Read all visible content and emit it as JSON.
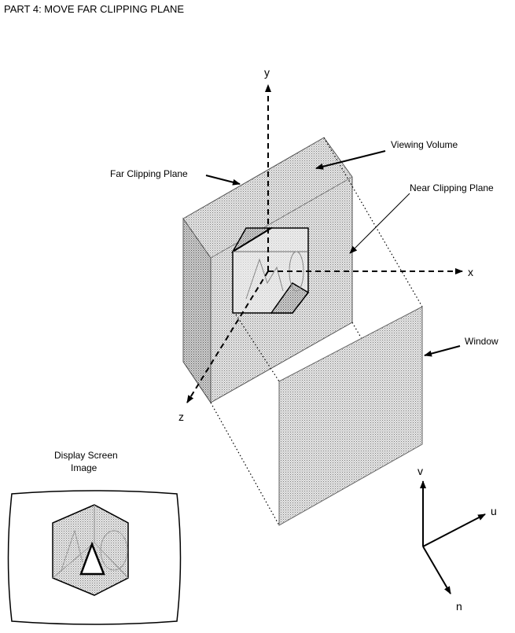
{
  "title": "PART 4: MOVE FAR CLIPPING PLANE",
  "axes": {
    "x": "x",
    "y": "y",
    "z": "z"
  },
  "labels": {
    "viewing_volume": "Viewing Volume",
    "far_clipping_plane": "Far Clipping Plane",
    "near_clipping_plane": "Near Clipping Plane",
    "window": "Window",
    "display_screen_line1": "Display Screen",
    "display_screen_line2": "Image"
  },
  "view_axes": {
    "v": "v",
    "u": "u",
    "n": "n"
  },
  "colors": {
    "ink": "#000000",
    "paper": "#ffffff",
    "stipple": "#bdbdbd"
  },
  "icons": [
    "arrow-icon",
    "stipple-pattern"
  ]
}
